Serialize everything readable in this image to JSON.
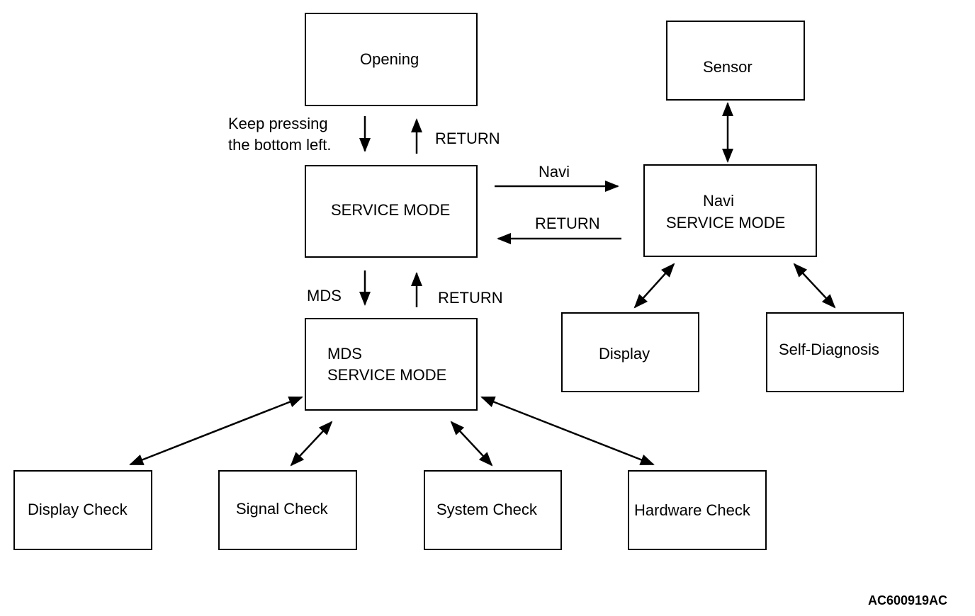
{
  "nodes": {
    "opening": "Opening",
    "service_mode": "SERVICE MODE",
    "mds_service_mode": [
      "MDS",
      "SERVICE MODE"
    ],
    "navi_service_mode": [
      "Navi",
      "SERVICE MODE"
    ],
    "sensor": "Sensor",
    "display": "Display",
    "self_diagnosis": "Self-Diagnosis",
    "display_check": "Display Check",
    "signal_check": "Signal Check",
    "system_check": "System Check",
    "hardware_check": "Hardware Check"
  },
  "edges": {
    "keep_pressing": [
      "Keep pressing",
      "the bottom left."
    ],
    "return_opening": "RETURN",
    "mds": "MDS",
    "return_mds": "RETURN",
    "navi": "Navi",
    "return_navi": "RETURN"
  },
  "figure_code": "AC600919AC"
}
